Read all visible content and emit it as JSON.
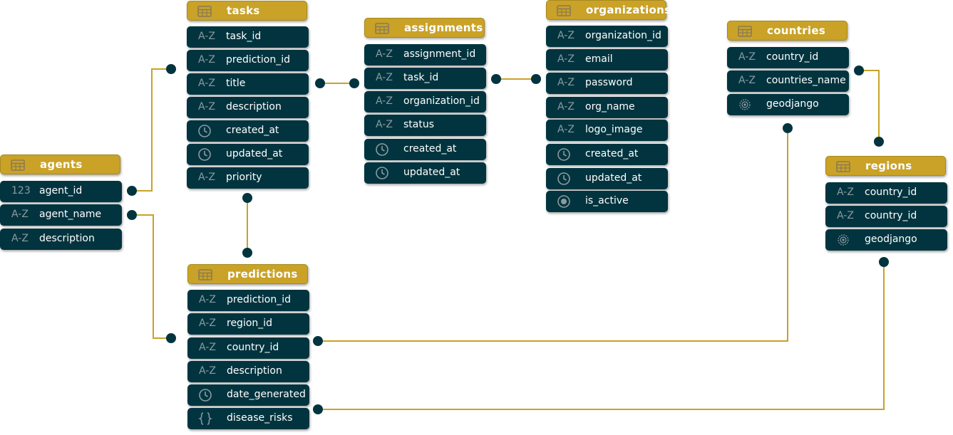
{
  "colors": {
    "header_bg": "#c9a227",
    "column_bg": "#02343f",
    "link": "#c9a227",
    "dot": "#02343f",
    "type_text": "#8c9aa0",
    "text": "#ffffff"
  },
  "tables": {
    "agents": {
      "name": "agents",
      "columns": [
        {
          "type": "123",
          "name": "agent_id"
        },
        {
          "type": "A-Z",
          "name": "agent_name"
        },
        {
          "type": "A-Z",
          "name": "description"
        }
      ]
    },
    "tasks": {
      "name": "tasks",
      "columns": [
        {
          "type": "A-Z",
          "name": "task_id"
        },
        {
          "type": "A-Z",
          "name": "prediction_id"
        },
        {
          "type": "A-Z",
          "name": "title"
        },
        {
          "type": "A-Z",
          "name": "description"
        },
        {
          "type": "clock-icon",
          "name": "created_at"
        },
        {
          "type": "clock-icon",
          "name": "updated_at"
        },
        {
          "type": "A-Z",
          "name": "priority"
        }
      ]
    },
    "assignments": {
      "name": "assignments",
      "columns": [
        {
          "type": "A-Z",
          "name": "assignment_id"
        },
        {
          "type": "A-Z",
          "name": "task_id"
        },
        {
          "type": "A-Z",
          "name": "organization_id"
        },
        {
          "type": "A-Z",
          "name": "status"
        },
        {
          "type": "clock-icon",
          "name": "created_at"
        },
        {
          "type": "clock-icon",
          "name": "updated_at"
        }
      ]
    },
    "organizations": {
      "name": "organizations",
      "columns": [
        {
          "type": "A-Z",
          "name": "organization_id"
        },
        {
          "type": "A-Z",
          "name": "email"
        },
        {
          "type": "A-Z",
          "name": "password"
        },
        {
          "type": "A-Z",
          "name": "org_name"
        },
        {
          "type": "A-Z",
          "name": "logo_image"
        },
        {
          "type": "clock-icon",
          "name": "created_at"
        },
        {
          "type": "clock-icon",
          "name": "updated_at"
        },
        {
          "type": "radio-icon",
          "name": "is_active"
        }
      ]
    },
    "countries": {
      "name": "countries",
      "columns": [
        {
          "type": "A-Z",
          "name": "country_id"
        },
        {
          "type": "A-Z",
          "name": "countries_name"
        },
        {
          "type": "geo-icon",
          "name": "geodjango"
        }
      ]
    },
    "regions": {
      "name": "regions",
      "columns": [
        {
          "type": "A-Z",
          "name": "country_id"
        },
        {
          "type": "A-Z",
          "name": "country_id"
        },
        {
          "type": "geo-icon",
          "name": "geodjango"
        }
      ]
    },
    "predictions": {
      "name": "predictions",
      "columns": [
        {
          "type": "A-Z",
          "name": "prediction_id"
        },
        {
          "type": "A-Z",
          "name": "region_id"
        },
        {
          "type": "A-Z",
          "name": "country_id"
        },
        {
          "type": "A-Z",
          "name": "description"
        },
        {
          "type": "clock-icon",
          "name": "date_generated"
        },
        {
          "type": "braces-icon",
          "name": "disease_risks"
        }
      ]
    }
  }
}
